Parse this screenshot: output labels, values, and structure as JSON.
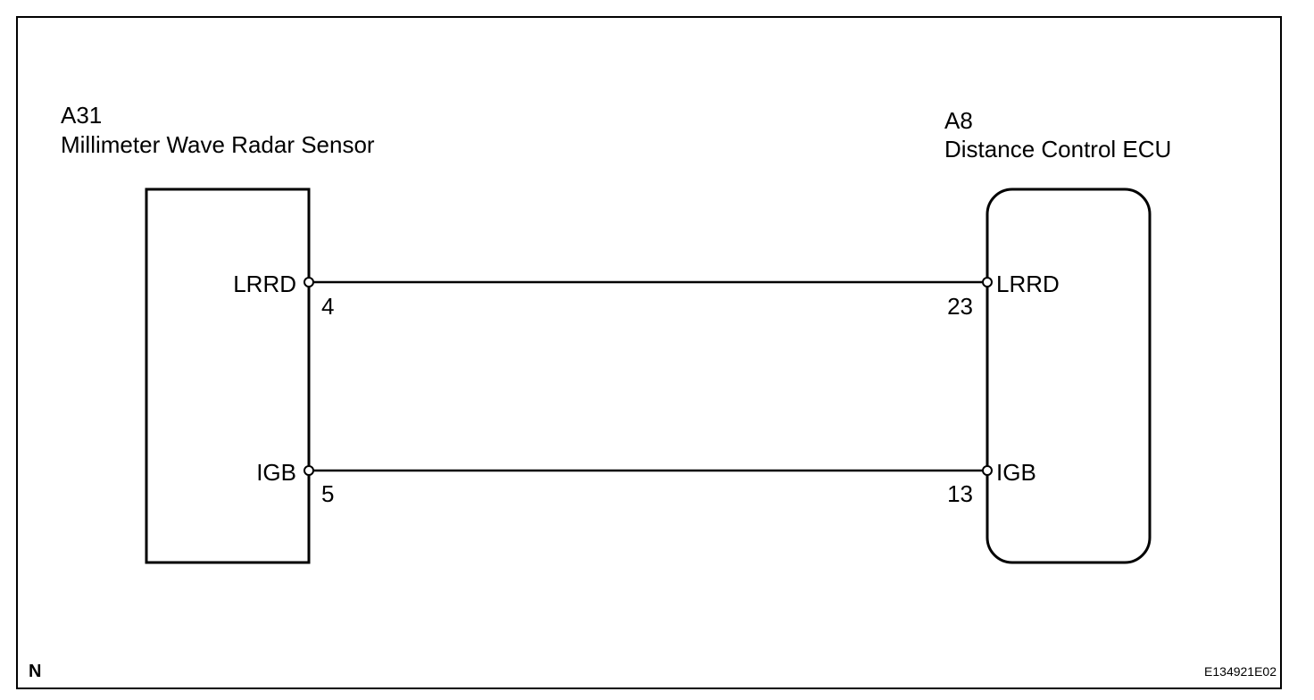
{
  "components": {
    "left": {
      "code": "A31",
      "name": "Millimeter Wave Radar Sensor",
      "pins": [
        {
          "label": "LRRD",
          "number": "4"
        },
        {
          "label": "IGB",
          "number": "5"
        }
      ]
    },
    "right": {
      "code": "A8",
      "name": "Distance Control ECU",
      "pins": [
        {
          "label": "LRRD",
          "number": "23"
        },
        {
          "label": "IGB",
          "number": "13"
        }
      ]
    }
  },
  "footer": {
    "corner_mark": "N",
    "figure_id": "E134921E02"
  },
  "colors": {
    "line": "#000000",
    "background": "#ffffff"
  }
}
